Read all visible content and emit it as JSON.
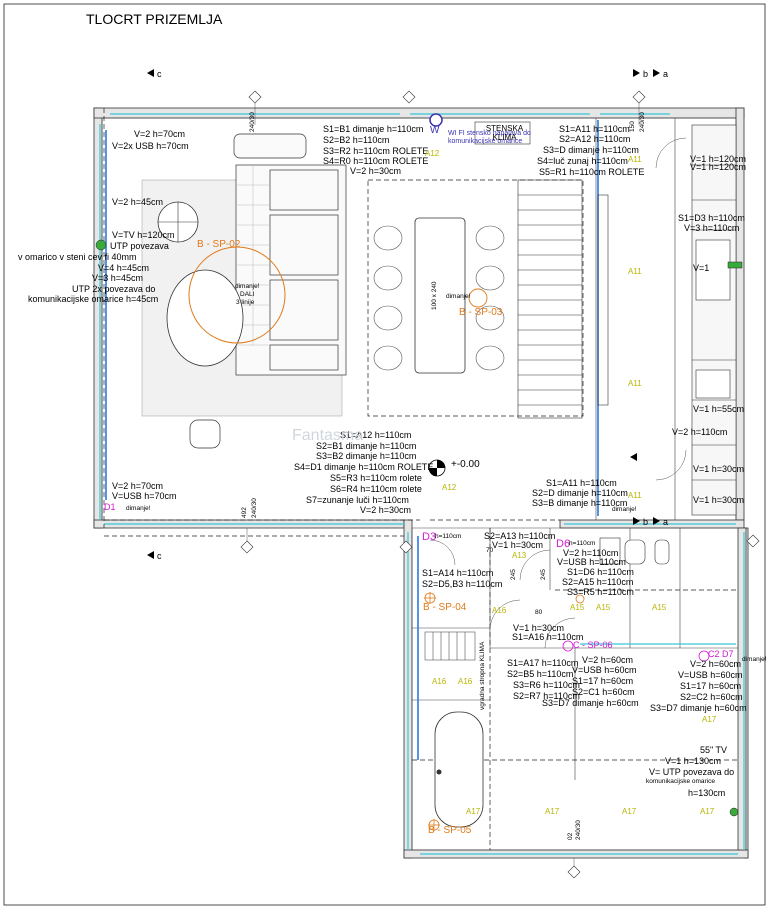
{
  "title": "TLOCRT PRIZEMLJA",
  "section_marks": [
    "c",
    "b",
    "a",
    "c",
    "b",
    "a"
  ],
  "elevation": "+-0.00",
  "dims": [
    "240/30",
    "150",
    "240/30",
    "150",
    "492",
    "240/30",
    "245",
    "245",
    "70",
    "80",
    "245",
    "245",
    "02",
    "240/30"
  ],
  "living": {
    "left_outlets": [
      "V=2",
      "V=2x USB",
      "V=2",
      "V=TV",
      "V=2",
      "V=USB"
    ],
    "heights": [
      "h=70cm",
      "h=70cm",
      "h=45cm",
      "h=120cm",
      "h=70cm",
      "h=70cm"
    ],
    "tv_note": [
      "UTP povezava",
      "v omarico v steni cev fi 40mm",
      "V=4",
      "V=3 h=45cm",
      "UTP 2x",
      "komunikacijske omarice h=45cm"
    ],
    "top_switches": [
      "S1=B1",
      "S2=B2",
      "S3=R2",
      "S4=R0",
      "V=2"
    ],
    "top_switch_notes": [
      "dimanje h=110cm",
      "h=110cm",
      "h=110cm ROLETE",
      "h=110cm ROLETE",
      "h=30cm"
    ],
    "bottom_switches": [
      "S1=A12",
      "S2=B1",
      "S3=B2",
      "S4=D1",
      "S5=R3",
      "S6=R4",
      "S7=zunanje luči",
      "V=2"
    ],
    "bottom_switch_notes": [
      "h=110cm",
      "dimanje h=110cm",
      "dimanje h=110cm",
      "dimanje h=110cm ROLETE",
      "h=110cm rolete",
      "h=110cm rolete",
      "h=110cm",
      "h=30cm"
    ],
    "dimanje": "dimanje!",
    "dali": "DALI",
    "dali_note": "3 linije",
    "lamp_b": "B - SP-02",
    "lamp_b3": "B - SP-03",
    "d1": "D1",
    "a12": "A12"
  },
  "climate": {
    "w_label": "W",
    "text": "WI FI stensko napajava do komunikacijske omarice",
    "unit": "STENSKA KLIMA"
  },
  "stairs_switches": [
    "S1=A11",
    "S2=A12",
    "S3=D",
    "S4=luč zunaj",
    "S5=R1"
  ],
  "stairs_notes": [
    "h=110cm",
    "h=110cm",
    "dimanje h=110cm",
    "h=110cm",
    "h=110cm ROLETE"
  ],
  "table_label": "100 x 240",
  "kitchen": {
    "outlets": [
      "V=1",
      "V=1",
      "S1=D3",
      "V=3",
      "V=1",
      "V=1",
      "V=2",
      "V=1",
      "V=1"
    ],
    "notes": [
      "h=120cm",
      "h=120cm",
      "h=110cm",
      "h=110cm",
      "",
      "h=55cm",
      "h=110cm",
      "h=30cm",
      "h=30cm"
    ],
    "labels": [
      "A11",
      "A11",
      "A11",
      "A11"
    ]
  },
  "hall": {
    "switches": [
      "S1=A11",
      "S2=D",
      "S3=B"
    ],
    "notes": [
      "h=110cm",
      "dimanje h=110cm",
      "dimanje h=110cm"
    ],
    "dimanje": "dimanje!",
    "d_top": "D",
    "a12": "A12"
  },
  "entry": {
    "d3": "D3",
    "d3_note": "h=110cm",
    "switches": [
      "S2=A13",
      "V=1",
      "S1=A14",
      "S2=D5,B3"
    ],
    "notes": [
      "h=110cm",
      "h=30cm",
      "h=110cm",
      "h=110cm"
    ],
    "lamp": "B - SP-04",
    "a13": "A13",
    "a16": "A16"
  },
  "wc": {
    "d6": "D6",
    "d6_note": "h=110cm",
    "items": [
      "V=2",
      "V=USB",
      "S1=D6",
      "S2=A15",
      "S3=R5"
    ],
    "notes": [
      "h=110cm",
      "h=110cm",
      "h=110cm",
      "h=110cm",
      "h=110cm"
    ],
    "labels": [
      "A15",
      "A15",
      "A15"
    ]
  },
  "corridor": {
    "items": [
      "V=1",
      "S1=A16"
    ],
    "notes": [
      "h=30cm",
      "h=110cm"
    ],
    "lamp": "C - SP-06",
    "klima": "vgradna stropna KLIMA"
  },
  "bedroom": {
    "left_items": [
      "S1=A17",
      "S2=B5",
      "S3=R6",
      "S2=R7"
    ],
    "left_notes": [
      "h=110cm",
      "h=110cm",
      "h=110cm",
      "h=110cm"
    ],
    "mid_items": [
      "V=2",
      "V=USB",
      "S1=17",
      "S2=C1",
      "S3=D7"
    ],
    "mid_notes": [
      "h=60cm",
      "h=60cm",
      "h=60cm",
      "h=60cm",
      "dimanje h=60cm"
    ],
    "right_items": [
      "V=2",
      "V=USB",
      "S1=17",
      "S2=C2",
      "S3=D7"
    ],
    "right_notes": [
      "h=60cm",
      "h=60cm",
      "h=60cm",
      "h=60cm",
      "dimanje h=60cm"
    ],
    "c2d7": "C2 D7",
    "dimanje": "dimanje!",
    "tv": [
      "55\" TV",
      "V=1 h=130cm",
      "V= UTP povezava do",
      "komunikacijske omarice",
      "h=130cm"
    ],
    "labels": [
      "A17",
      "A17",
      "A17",
      "A17"
    ]
  },
  "bath": {
    "lamp": "B - SP-05",
    "labels": [
      "A16",
      "A16",
      "A17"
    ]
  },
  "watermark": "Fantasma"
}
